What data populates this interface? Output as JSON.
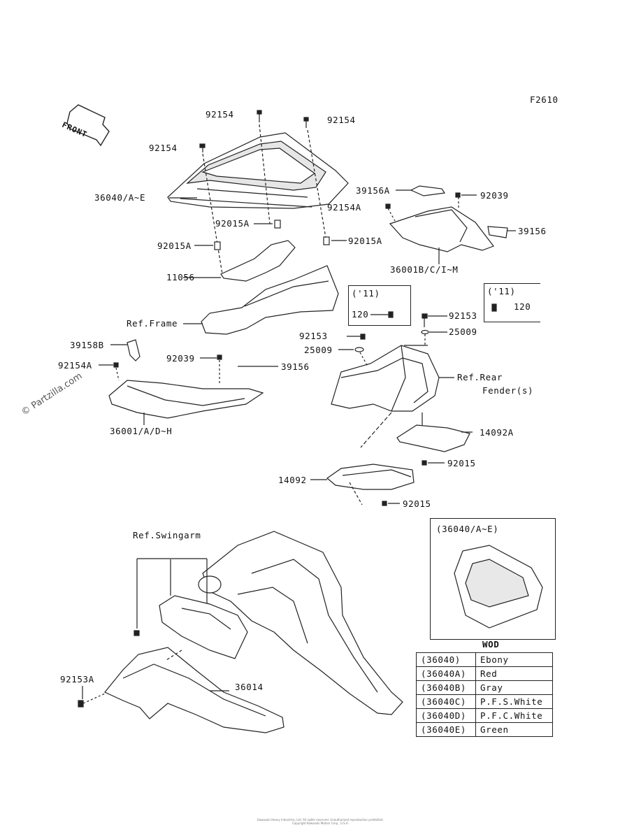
{
  "figure_code": "F2610",
  "front_label": "FRONT",
  "watermark": "© Partzilla.com",
  "labels": {
    "p92154_top_left": "92154",
    "p92154_top_right": "92154",
    "p92154_left": "92154",
    "p36040": "36040/A~E",
    "p92154A_right": "92154A",
    "p92015A_1": "92015A",
    "p92015A_2": "92015A",
    "p92015A_3": "92015A",
    "p11056": "11056",
    "ref_frame": "Ref.Frame",
    "p39156A": "39156A",
    "p92039_right": "92039",
    "p39156_right": "39156",
    "p36001B": "36001B/C/I~M",
    "p92153_right": "92153",
    "p25009_right": "25009",
    "p92153_mid": "92153",
    "p25009_mid": "25009",
    "ref_rear_fender_1": "Ref.Rear",
    "ref_rear_fender_2": "Fender(s)",
    "p39158B": "39158B",
    "p92154A_left": "92154A",
    "p92039_left": "92039",
    "p39156_left": "39156",
    "p36001A": "36001/A/D~H",
    "p14092A": "14092A",
    "p92015_1": "92015",
    "p14092": "14092",
    "p92015_2": "92015",
    "ref_swingarm": "Ref.Swingarm",
    "p92153A": "92153A",
    "p36014": "36014"
  },
  "note_box_left": {
    "year": "('11)",
    "part": "120"
  },
  "note_box_right": {
    "year": "('11)",
    "part": "120"
  },
  "inset": {
    "title": "(36040/A~E)"
  },
  "wod": {
    "header": "WOD",
    "rows": [
      {
        "code": "(36040)",
        "color": "Ebony"
      },
      {
        "code": "(36040A)",
        "color": "Red"
      },
      {
        "code": "(36040B)",
        "color": "Gray"
      },
      {
        "code": "(36040C)",
        "color": "P.F.S.White"
      },
      {
        "code": "(36040D)",
        "color": "P.F.C.White"
      },
      {
        "code": "(36040E)",
        "color": "Green"
      }
    ]
  },
  "footer": {
    "line1": "Kawasaki Heavy Industries, Ltd. All rights reserved. Unauthorized reproduction prohibited.",
    "line2": "Copyright Kawasaki Motors Corp., U.S.A."
  }
}
